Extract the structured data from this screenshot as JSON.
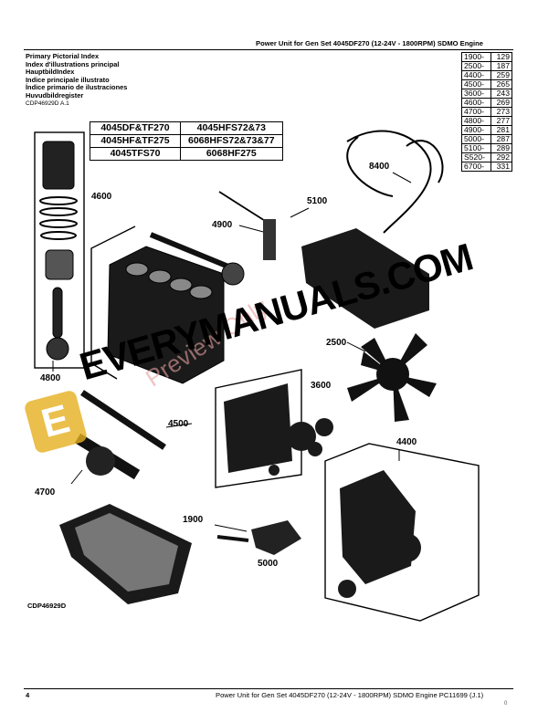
{
  "header": {
    "title": "Power Unit for Gen Set 4045DF270 (12-24V - 1800RPM) SDMO Engine"
  },
  "index_titles": [
    "Primary Pictorial Index",
    "Index d'illustrations principal",
    "HauptbildIndex",
    "Indice principale illustrato",
    "Índice primario de ilustraciones",
    "Huvudbildregister"
  ],
  "figure_ref_top": "CDP46929D A.1",
  "page_index": [
    {
      "group": "1900-",
      "page": "129"
    },
    {
      "group": "2500-",
      "page": "187"
    },
    {
      "group": "4400-",
      "page": "259"
    },
    {
      "group": "4500-",
      "page": "265"
    },
    {
      "group": "3600-",
      "page": "243"
    },
    {
      "group": "4600-",
      "page": "269"
    },
    {
      "group": "4700-",
      "page": "273"
    },
    {
      "group": "4800-",
      "page": "277"
    },
    {
      "group": "4900-",
      "page": "281"
    },
    {
      "group": "5000-",
      "page": "287"
    },
    {
      "group": "5100-",
      "page": "289"
    },
    {
      "group": "S520-",
      "page": "292"
    },
    {
      "group": "6700-",
      "page": "331"
    }
  ],
  "models": [
    [
      "4045DF&TF270",
      "4045HFS72&73"
    ],
    [
      "4045HF&TF275",
      "6068HFS72&73&77"
    ],
    [
      "4045TFS70",
      "6068HF275"
    ]
  ],
  "callouts": {
    "c8400": "8400",
    "c4600": "4600",
    "c4900": "4900",
    "c5100": "5100",
    "c2500": "2500",
    "c4800": "4800",
    "c3600": "3600",
    "c4500": "4500",
    "c4400": "4400",
    "c4700": "4700",
    "c1900": "1900",
    "c5000": "5000"
  },
  "figure_ref_bottom": "CDP46929D",
  "watermark": "Preview Only",
  "brand": "EVERYMANUALS.COM",
  "brand_letter": "E",
  "footer": {
    "page_number": "4",
    "text": "Power Unit for Gen Set 4045DF270 (12-24V - 1800RPM) SDMO Engine    PC11699    (J.1)",
    "sub": "0"
  }
}
